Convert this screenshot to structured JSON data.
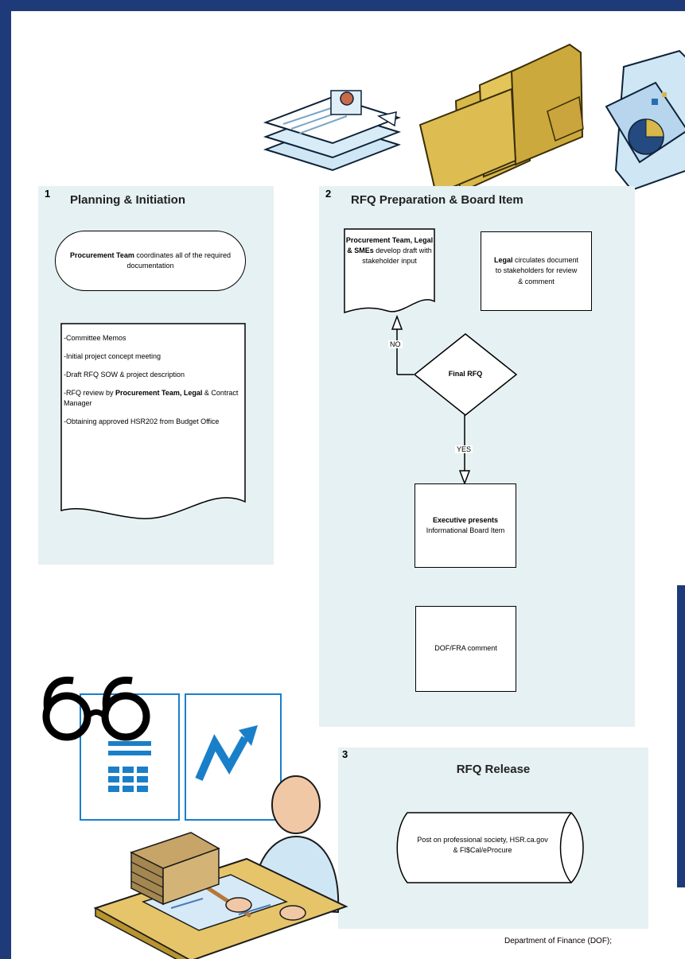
{
  "sections": {
    "planning": {
      "number": "1",
      "title": "Planning & Initiation",
      "coordinator_bold": "Procurement Team",
      "coordinator_text": " coordinates all of the required documentation",
      "items": [
        {
          "pre": "-Committee Memos",
          "bold1": "",
          "mid": "",
          "bold2": "",
          "post": ""
        },
        {
          "pre": "-Initial project concept meeting",
          "bold1": "",
          "mid": "",
          "bold2": "",
          "post": ""
        },
        {
          "pre": "-Draft RFQ SOW & project description",
          "bold1": "",
          "mid": "",
          "bold2": "",
          "post": ""
        },
        {
          "pre": "-RFQ review by ",
          "bold1": "Procurement Team, Legal",
          "mid": " & Contract Manager",
          "bold2": "",
          "post": ""
        },
        {
          "pre": "-Obtaining approved HSR202 from Budget Office",
          "bold1": "",
          "mid": "",
          "bold2": "",
          "post": ""
        }
      ]
    },
    "preparation": {
      "number": "2",
      "title": "RFQ Preparation & Board Item",
      "draft_bold": "Procurement Team, Legal & SMEs",
      "draft_text": " develop draft with stakeholder input",
      "legal_bold": "Legal",
      "legal_text": " circulates document to stakeholders for review & comment",
      "decision": "Final RFQ",
      "no_label": "NO",
      "yes_label": "YES",
      "exec_bold": "Executive presents",
      "exec_text": " Informational Board Item",
      "comment": "DOF/FRA comment"
    },
    "release": {
      "number": "3",
      "title": "RFQ Release",
      "post_text": "Post on professional society, HSR.ca.gov & FI$Cal/eProcure"
    }
  },
  "footer": "Department of Finance (DOF);",
  "colors": {
    "frame": "#1f3a78",
    "panel": "#e6f1f3",
    "folder": "#d8b84a",
    "document": "#cfe6f5",
    "accent": "#1a7fc9"
  },
  "icons": [
    "documents-stack-icon",
    "folders-icon",
    "report-chart-icon",
    "glasses-icon",
    "spreadsheet-icon",
    "trend-chart-icon",
    "person-at-desk-icon"
  ]
}
